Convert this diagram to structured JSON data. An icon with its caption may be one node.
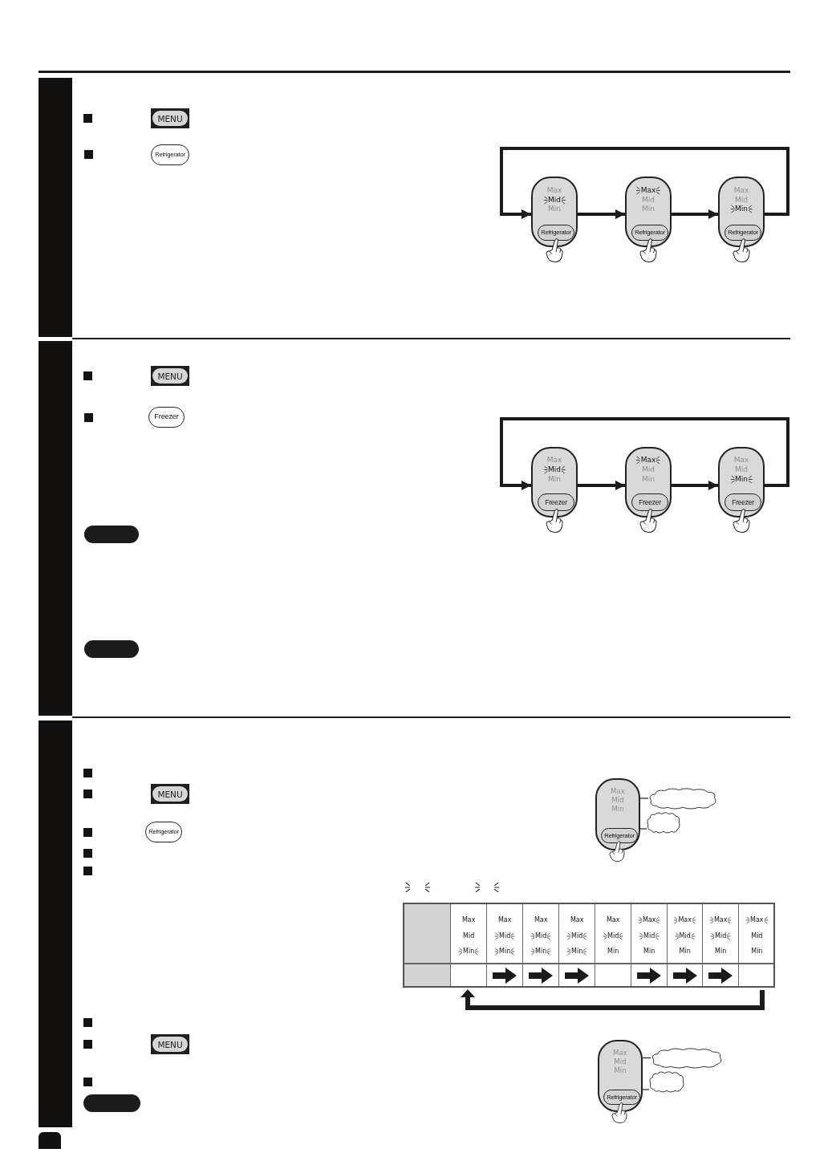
{
  "diagram": {
    "nodes": [
      {
        "text": [],
        "shape": "bar"
      },
      {
        "text": [
          "MENU"
        ]
      },
      {
        "text": [
          "Refrigerator"
        ]
      },
      {
        "text": [
          "Max",
          "Mid",
          "Min"
        ]
      },
      {
        "text": [
          "Refrigerator"
        ],
        "in": 3
      },
      {
        "text": [
          "Max",
          "Mid",
          "Min"
        ]
      },
      {
        "text": [
          "Refrigerator"
        ],
        "in": 5
      },
      {
        "text": [
          "Max",
          "Mid",
          "Min"
        ]
      },
      {
        "text": [
          "Refrigerator"
        ],
        "in": 7
      },
      {
        "text": [],
        "shape": "bar"
      },
      {
        "text": [
          "MENU"
        ]
      },
      {
        "text": [
          "Freezer"
        ]
      },
      {
        "text": [
          "Max",
          "Mid",
          "Min"
        ]
      },
      {
        "text": [
          "Freezer"
        ],
        "in": 12
      },
      {
        "text": [
          "Max",
          "Mid",
          "Min"
        ]
      },
      {
        "text": [
          "Freezer"
        ],
        "in": 14
      },
      {
        "text": [
          "Max",
          "Mid",
          "Min"
        ]
      },
      {
        "text": [
          "Freezer"
        ],
        "in": 16
      },
      {
        "text": [],
        "shape": "bar"
      },
      {
        "text": [
          "MENU"
        ]
      },
      {
        "text": [
          "Refrigerator"
        ]
      },
      {
        "text": [
          "Max",
          "Mid",
          "Min"
        ]
      },
      {
        "text": [
          "Refrigerator"
        ],
        "in": 21
      },
      {
        "text": [],
        "shape": "cloud"
      },
      {
        "text": [],
        "shape": "cloud"
      },
      {
        "text": [
          "MENU"
        ]
      },
      {
        "text": [
          "Max",
          "Mid",
          "Min"
        ]
      },
      {
        "text": [
          "Refrigerator"
        ],
        "in": 26
      },
      {
        "text": [],
        "shape": "cloud"
      },
      {
        "text": [],
        "shape": "cloud"
      }
    ],
    "edges": [
      {
        "from": 3,
        "to": 5,
        "arrow": "to"
      },
      {
        "from": 5,
        "to": 7,
        "arrow": "to"
      },
      {
        "from": 7,
        "to": 3,
        "arrow": "to"
      },
      {
        "from": 12,
        "to": 14,
        "arrow": "to"
      },
      {
        "from": 14,
        "to": 16,
        "arrow": "to"
      },
      {
        "from": 16,
        "to": 12,
        "arrow": "to"
      },
      {
        "from": 21,
        "to": 23,
        "arrow": "none"
      },
      {
        "from": 22,
        "to": 24,
        "arrow": "none"
      },
      {
        "from": 26,
        "to": 28,
        "arrow": "none"
      },
      {
        "from": 27,
        "to": 29,
        "arrow": "none"
      }
    ],
    "labels": [
      "Max",
      "Mid",
      "Min",
      "Max",
      "Mid",
      "Min",
      "Max",
      "Mid",
      "Min",
      "Max",
      "Mid",
      "Min",
      "Max",
      "Mid",
      "Min",
      "Max",
      "Mid",
      "Min",
      "Max",
      "Mid",
      "Min",
      "Max",
      "Mid",
      "Min",
      "Max",
      "Mid",
      "Min"
    ]
  }
}
